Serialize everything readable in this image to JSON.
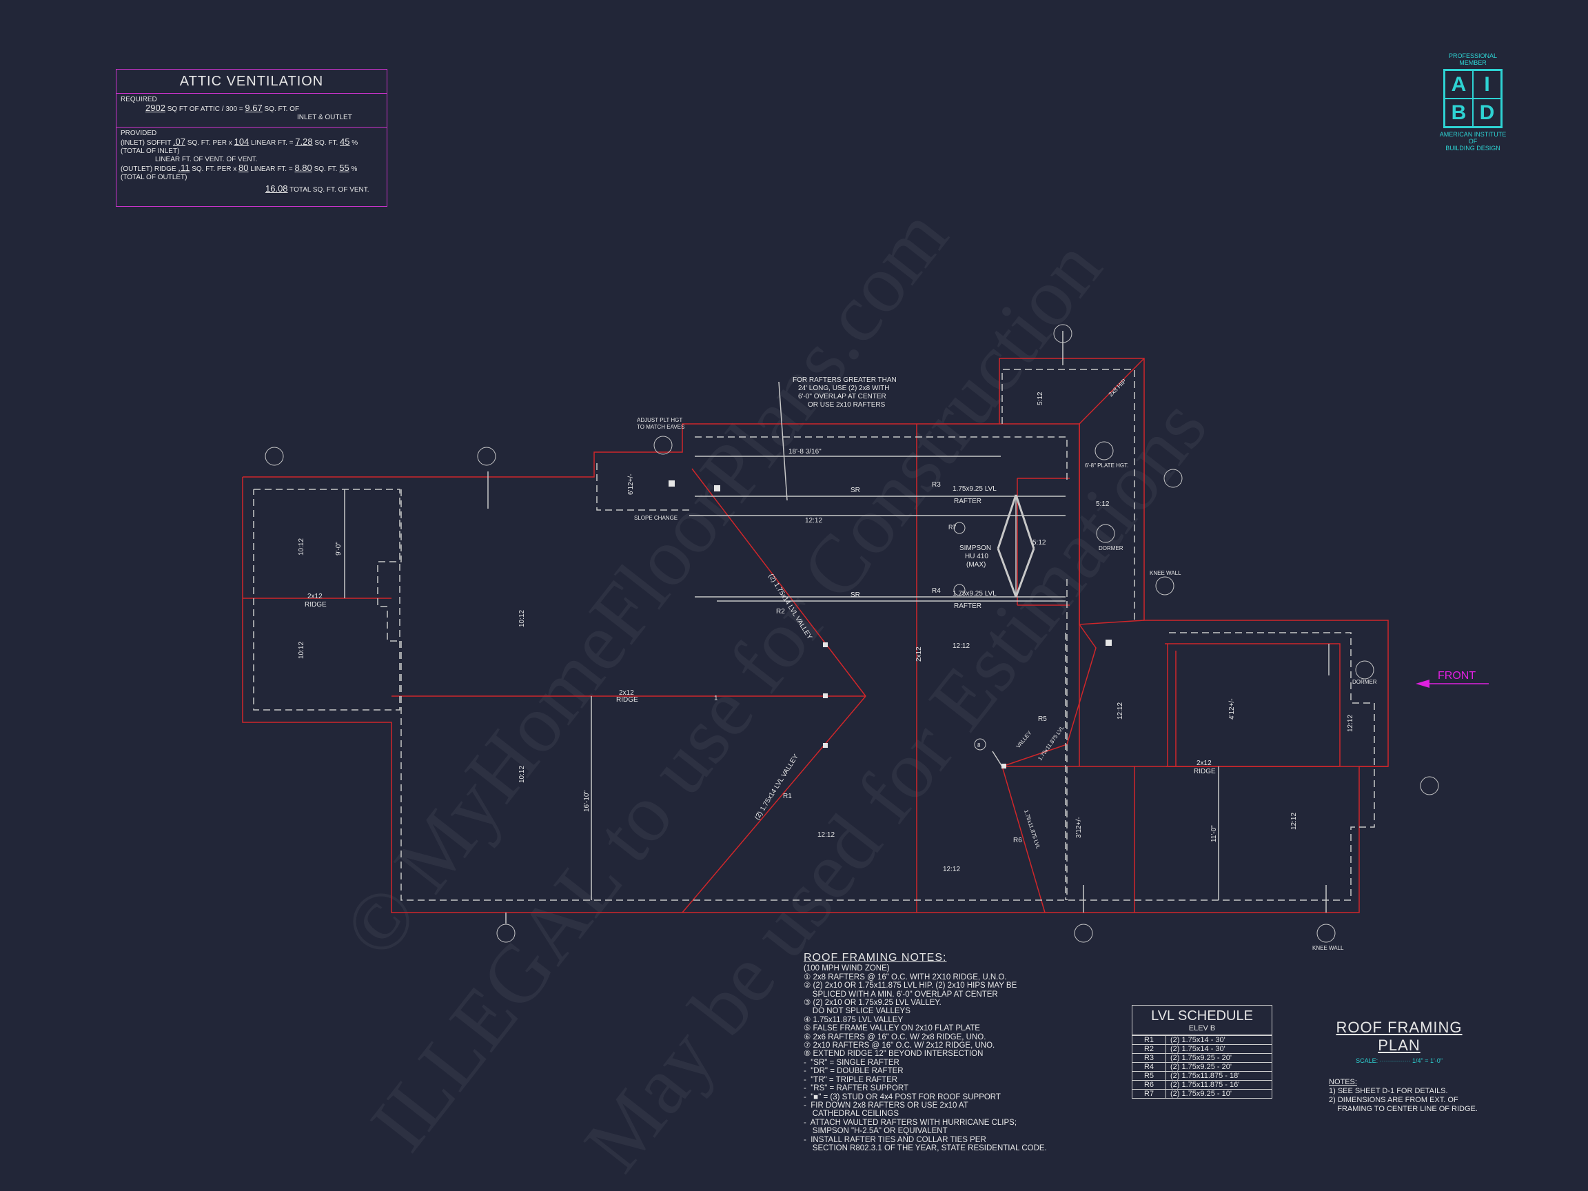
{
  "attic_ventilation": {
    "title": "ATTIC VENTILATION",
    "required_label": "REQUIRED",
    "attic_sqft": "2902",
    "attic_text": "SQ FT OF ATTIC / 300 =",
    "required_sqft": "9.67",
    "required_text_1": "SQ. FT. OF",
    "required_text_2": "INLET & OUTLET",
    "provided_label": "PROVIDED",
    "inlet_label": "(INLET)",
    "soffit_label": "SOFFIT",
    "soffit_factor": ".07",
    "inlet_per_text": "SQ. FT. PER x",
    "inlet_lf": "104",
    "linear_text": "LINEAR FT. =",
    "inlet_sqft": "7.28",
    "sqft_text": "SQ. FT.",
    "inlet_pct": "45",
    "inlet_pct_text": "% (TOTAL OF INLET)",
    "lf_of_vent": "LINEAR FT. OF VENT.",
    "of_vent": "OF VENT.",
    "outlet_label": "(OUTLET)",
    "ridge_label": "RIDGE",
    "ridge_factor": ".11",
    "outlet_lf": "80",
    "outlet_sqft": "8.80",
    "outlet_pct": "55",
    "outlet_pct_text": "% (TOTAL OF OUTLET)",
    "total_sqft": "16.08",
    "total_text": "TOTAL SQ. FT. OF VENT."
  },
  "aibd": {
    "top": "PROFESSIONAL MEMBER",
    "letters": [
      "A",
      "I",
      "B",
      "D"
    ],
    "bottom_1": "AMERICAN INSTITUTE",
    "bottom_2": "OF",
    "bottom_3": "BUILDING DESIGN"
  },
  "plan_labels": {
    "rafter_note_1": "FOR RAFTERS GREATER THAN",
    "rafter_note_2": "24' LONG, USE (2) 2x8 WITH",
    "rafter_note_3": "6'-0\" OVERLAP AT CENTER",
    "rafter_note_4": "OR USE 2x10 RAFTERS",
    "adjust_1": "ADJUST PLT HGT",
    "adjust_2": "TO MATCH EAVES",
    "slope_change": "SLOPE CHANGE",
    "span_18": "18'-8 3/16\"",
    "sr": "SR",
    "r3": "R3",
    "r4": "R4",
    "r7": "R7",
    "lvl_1": "1.75x9.25 LVL",
    "rafter": "RAFTER",
    "simpson_1": "SIMPSON",
    "simpson_2": "HU 410",
    "simpson_3": "(MAX)",
    "plate_hgt": "6'-8\" PLATE HGT.",
    "hip": "2x8 HIP",
    "dormer": "DORMER",
    "knee_wall": "KNEE WALL",
    "ridge_2x12": "2x12",
    "ridge": "RIDGE",
    "pitch_1212": "12:12",
    "pitch_512": "5:12",
    "pitch_1012": "10:12",
    "valley_1": "(2) 1.75x14 LVL VALLEY",
    "valley_2": "(2) 1.75x14 LVL VALLEY",
    "r1": "R1",
    "r2": "R2",
    "r5": "R5",
    "r6": "R6",
    "valley_r5": "VALLEY",
    "lvl_r5": "1.75x11.875 LVL",
    "lvl_r6": "1.75x11.875 LVL",
    "dim_9": "9'-0\"",
    "dim_16": "16'-10\"",
    "dim_11": "11'-0\"",
    "dim_612": "6'12+/-",
    "dim_412": "4'12+/-",
    "dim_312": "3'12+/-",
    "one": "1",
    "eight": "8",
    "front": "FRONT"
  },
  "notes": {
    "title": "ROOF FRAMING NOTES:",
    "items": [
      "(100 MPH WIND ZONE)",
      "① 2x8 RAFTERS @ 16\" O.C. WITH 2X10 RIDGE, U.N.O.",
      "② (2) 2x10 OR 1.75x11.875 LVL HIP. (2) 2x10 HIPS MAY BE",
      "    SPLICED WITH A MIN. 6'-0\" OVERLAP AT CENTER",
      "③ (2) 2x10 OR 1.75x9.25 LVL VALLEY.",
      "    DO NOT SPLICE VALLEYS",
      "④ 1.75x11.875 LVL VALLEY",
      "⑤ FALSE FRAME VALLEY ON 2x10 FLAT PLATE",
      "⑥ 2x6 RAFTERS @ 16\" O.C. W/ 2x8 RIDGE, UNO.",
      "⑦ 2x10 RAFTERS @ 16\" O.C. W/ 2x12 RIDGE, UNO.",
      "⑧ EXTEND RIDGE 12\" BEYOND INTERSECTION",
      "-  \"SR\" = SINGLE RAFTER",
      "-  \"DR\" = DOUBLE RAFTER",
      "-  \"TR\" = TRIPLE RAFTER",
      "-  \"RS\" = RAFTER SUPPORT",
      "-  \"■\" = (3) STUD OR 4x4 POST FOR ROOF SUPPORT",
      "-  FIR DOWN 2x8 RAFTERS OR USE 2x10 AT",
      "    CATHEDRAL CEILINGS",
      "-  ATTACH VAULTED RAFTERS WITH HURRICANE CLIPS;",
      "    SIMPSON \"H-2.5A\" OR EQUIVALENT",
      "-  INSTALL RAFTER TIES AND COLLAR TIES PER",
      "    SECTION R802.3.1 OF THE YEAR, STATE RESIDENTIAL CODE."
    ]
  },
  "lvl_schedule": {
    "title": "LVL SCHEDULE",
    "subtitle": "ELEV B",
    "rows": [
      [
        "R1",
        "(2) 1.75x14 - 30'"
      ],
      [
        "R2",
        "(2) 1.75x14 - 30'"
      ],
      [
        "R3",
        "(2) 1.75x9.25 - 20'"
      ],
      [
        "R4",
        "(2) 1.75x9.25 - 20'"
      ],
      [
        "R5",
        "(2) 1.75x11.875 - 18'"
      ],
      [
        "R6",
        "(2) 1.75x11.875 - 16'"
      ],
      [
        "R7",
        "(2) 1.75x9.25 - 10'"
      ]
    ]
  },
  "title_block": {
    "title": "ROOF FRAMING PLAN",
    "scale_label": "SCALE:",
    "scale_value": "1/4\" = 1'-0\""
  },
  "general_notes": {
    "heading": "NOTES:",
    "n1": "1) SEE SHEET D-1 FOR DETAILS.",
    "n2": "2) DIMENSIONS ARE FROM EXT. OF",
    "n3": "    FRAMING TO CENTER LINE OF RIDGE."
  },
  "watermark": {
    "line1": "© MyHomeFloorPlans.com",
    "line2": "ILLEGAL to use for Construction",
    "line3": "May be used for Estimations"
  },
  "colors": {
    "background": "#222638",
    "wall_red": "#d0262a",
    "line_gray": "#c8c8c8",
    "magenta": "#e020e0",
    "cyan": "#2ed3d3"
  }
}
